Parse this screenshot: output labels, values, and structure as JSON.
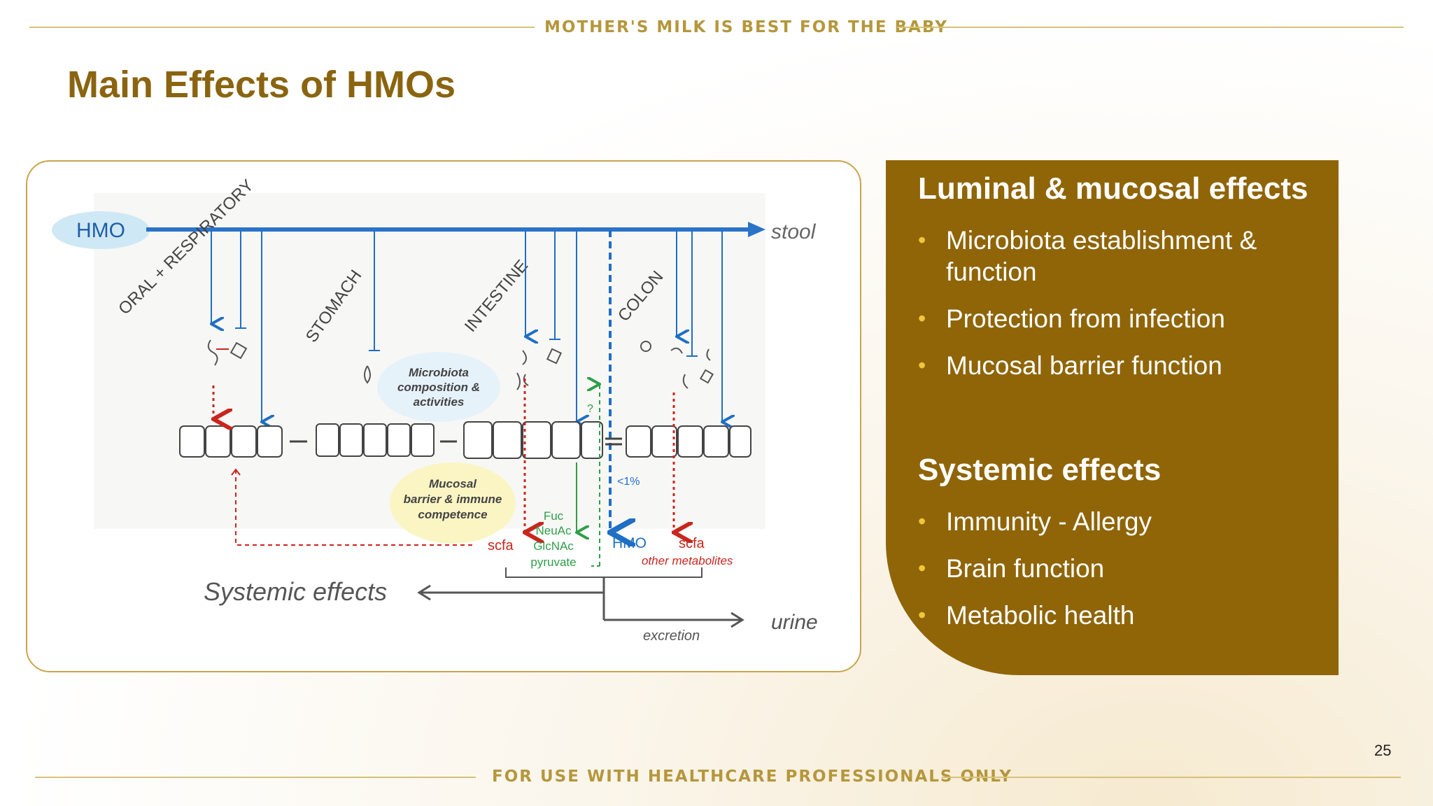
{
  "header": {
    "banner": "MOTHER'S MILK IS BEST FOR THE BABY"
  },
  "title": "Main Effects of HMOs",
  "diagram": {
    "hmo_label": "HMO",
    "stool_label": "stool",
    "regions": [
      "ORAL + RESPIRATORY",
      "STOMACH",
      "INTESTINE",
      "COLON"
    ],
    "microbiota_bubble": [
      "Microbiota",
      "composition &",
      "activities"
    ],
    "mucosal_bubble": [
      "Mucosal",
      "barrier & immune",
      "competence"
    ],
    "less_than_label": "<1%",
    "question_label": "?",
    "scfa_left": "scfa",
    "metabolites": [
      "Fuc",
      "NeuAc",
      "GlcNAc",
      "pyruvate"
    ],
    "hmo_bottom": "HMO",
    "scfa_right": "scfa",
    "other_metabolites": "other metabolites",
    "systemic_effects": "Systemic effects",
    "urine_label": "urine",
    "excretion_label": "excretion"
  },
  "panel": {
    "luminal_heading": "Luminal & mucosal effects",
    "luminal_items": [
      "Microbiota establishment & function",
      "Protection from infection",
      "Mucosal barrier function"
    ],
    "systemic_heading": "Systemic effects",
    "systemic_items": [
      "Immunity - Allergy",
      "Brain function",
      "Metabolic health"
    ]
  },
  "footer": {
    "banner": "FOR USE WITH HEALTHCARE PROFESSIONALS ONLY"
  },
  "page_number": "25",
  "colors": {
    "accent": "#8f6508",
    "title": "#8a6410",
    "blue": "#1f6fc4",
    "red": "#c8261e",
    "green": "#2e9e48"
  }
}
